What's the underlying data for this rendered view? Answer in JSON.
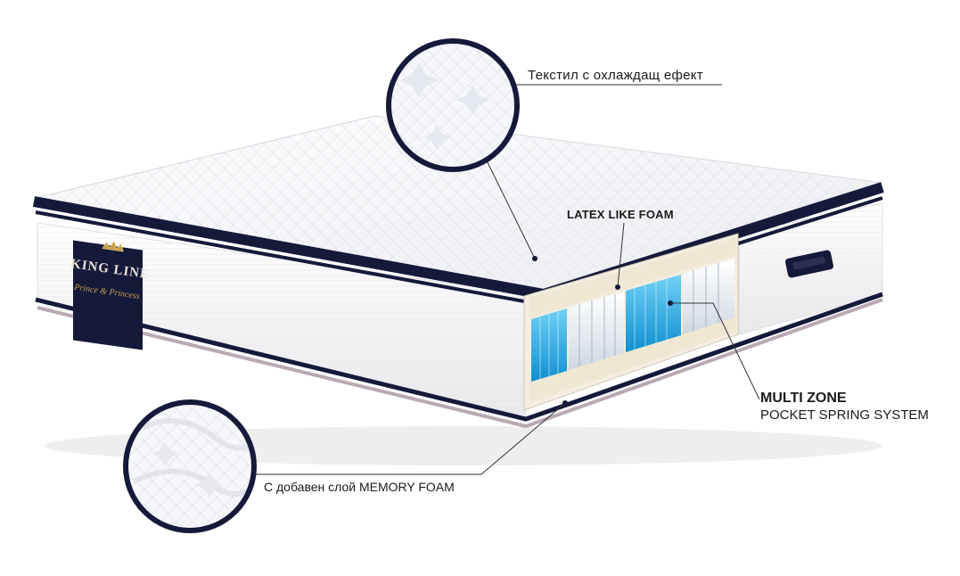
{
  "callouts": {
    "cooling_fabric": "Текстил с охлаждащ ефект",
    "latex_foam": "LATEX LIKE FOAM",
    "spring_title": "MULTI ZONE",
    "spring_subtitle": "POCKET SPRING SYSTEM",
    "memory_foam": "С добавен слой MEMORY FOAM"
  },
  "brand_label": {
    "name": "KING LINE",
    "collection": "Prince & Princess"
  },
  "colors": {
    "navy_trim": "#15193a",
    "gold_script": "#c9a24a",
    "spring_blue": "#1aa3e0",
    "spring_white": "#e9eef4",
    "foam_beige": "#efe7d2"
  }
}
